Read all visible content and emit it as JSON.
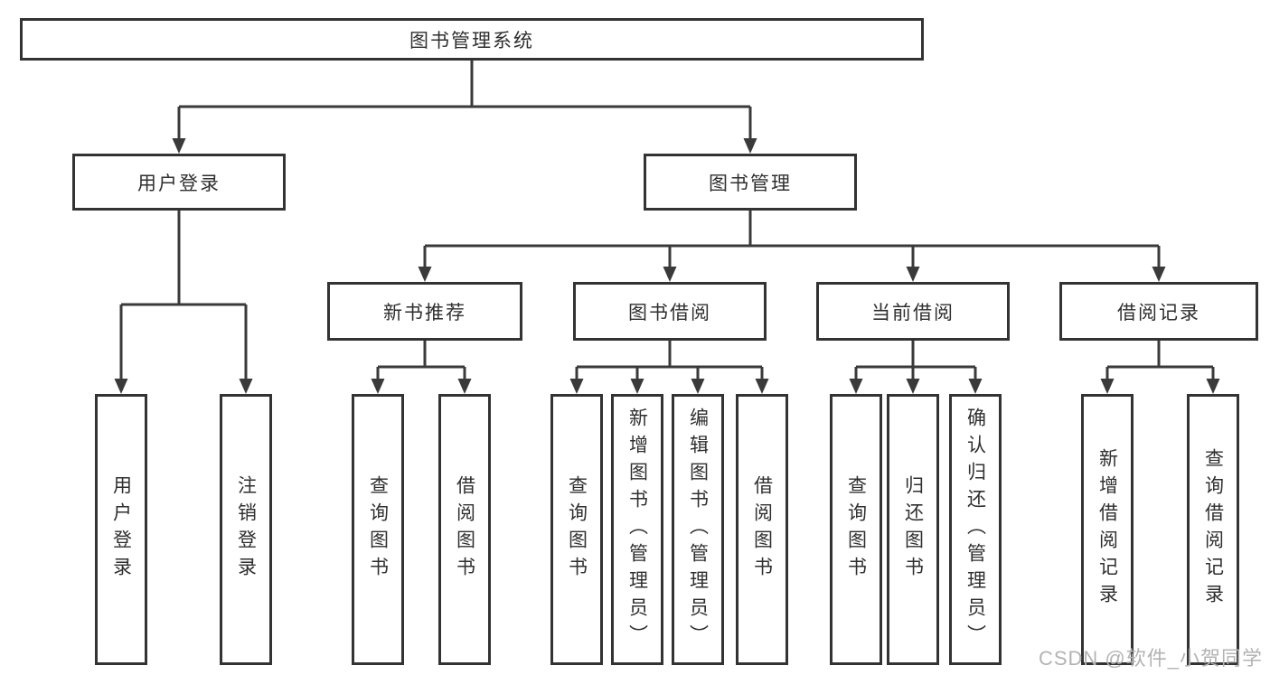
{
  "diagram": {
    "root": {
      "label": "图书管理系统"
    },
    "branches": [
      {
        "label": "用户登录",
        "children": [
          {
            "label": "用户登录"
          },
          {
            "label": "注销登录"
          }
        ]
      },
      {
        "label": "图书管理",
        "children": [
          {
            "label": "新书推荐",
            "children": [
              {
                "label": "查询图书"
              },
              {
                "label": "借阅图书"
              }
            ]
          },
          {
            "label": "图书借阅",
            "children": [
              {
                "label": "查询图书"
              },
              {
                "label": "新增图书（管理员）"
              },
              {
                "label": "编辑图书（管理员）"
              },
              {
                "label": "借阅图书"
              }
            ]
          },
          {
            "label": "当前借阅",
            "children": [
              {
                "label": "查询图书"
              },
              {
                "label": "归还图书"
              },
              {
                "label": "确认归还（管理员）"
              }
            ]
          },
          {
            "label": "借阅记录",
            "children": [
              {
                "label": "新增借阅记录"
              },
              {
                "label": "查询借阅记录"
              }
            ]
          }
        ]
      }
    ]
  },
  "watermark": {
    "text": "CSDN @软件_小贺同学"
  },
  "colors": {
    "line": "#3a3a3a",
    "box_border": "#333333",
    "text": "#2f2f2f",
    "watermark": "#b3b3b3",
    "background": "#ffffff"
  }
}
